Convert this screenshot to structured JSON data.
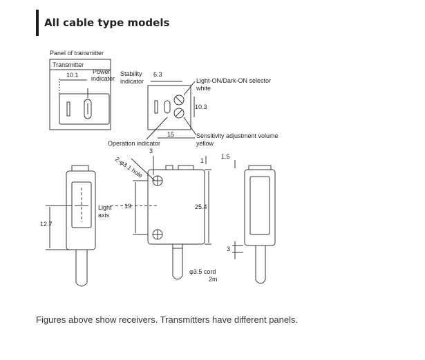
{
  "heading": {
    "title": "All cable type models"
  },
  "diagram": {
    "panel_title": "Panel of transmitter",
    "transmitter_label": "Transmitter",
    "dim_10_1": "10.1",
    "power_indicator": [
      "Power",
      "indicator"
    ],
    "stability_indicator": [
      "Stability",
      "indicator"
    ],
    "dim_6_3": "6.3",
    "selector_label": [
      "Light-ON/Dark-ON selector",
      "white"
    ],
    "dim_10_3": "10.3",
    "dim_15": "15",
    "sensitivity_label": [
      "Sensitivity adjustment volume",
      "yellow"
    ],
    "operation_indicator": "Operation indicator",
    "dim_3_top": "3",
    "hole_label": "2-φ3.1 hole",
    "dim_1": "1",
    "dim_1_5": "1.5",
    "light_axis": [
      "Light",
      "axis"
    ],
    "dim_19": "19",
    "dim_25_4": "25.4",
    "dim_12_7": "12.7",
    "dim_3_bottom": "3",
    "cord_label": [
      "φ3.5 cord",
      "2m"
    ]
  },
  "caption": "Figures above show receivers. Transmitters have different panels."
}
